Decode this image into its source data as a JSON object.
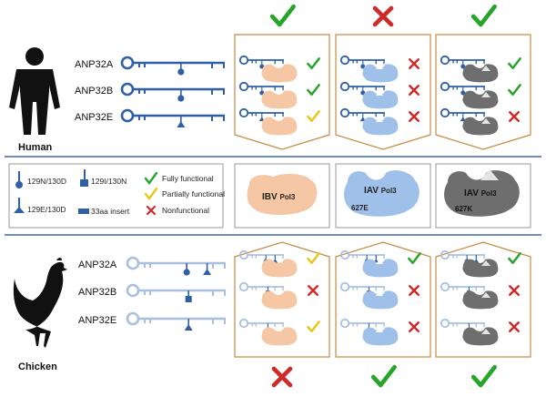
{
  "human": {
    "label": "Human",
    "proteins": [
      "ANP32A",
      "ANP32B",
      "ANP32E"
    ]
  },
  "chicken": {
    "label": "Chicken",
    "proteins": [
      "ANP32A",
      "ANP32B",
      "ANP32E"
    ]
  },
  "legend": {
    "variants": [
      "129N/130D",
      "129I/130N",
      "129E/130D",
      "33aa insert"
    ],
    "functional_status": [
      "Fully functional",
      "Partially functional",
      "Nonfunctional"
    ]
  },
  "polymerases": [
    {
      "name": "IBV",
      "sub": "Pol3",
      "extra": ""
    },
    {
      "name": "IAV",
      "sub": "Pol3",
      "extra": "627E"
    },
    {
      "name": "IAV",
      "sub": "Pol3",
      "extra": "627K"
    }
  ],
  "human_overall": [
    "check",
    "cross",
    "check"
  ],
  "human_results": [
    [
      "check",
      "cross",
      "check"
    ],
    [
      "check",
      "cross",
      "check"
    ],
    [
      "partial",
      "cross",
      "cross"
    ]
  ],
  "chicken_results": [
    [
      "partial",
      "check",
      "check"
    ],
    [
      "cross",
      "cross",
      "cross"
    ],
    [
      "partial",
      "cross",
      "cross"
    ]
  ],
  "chicken_overall": [
    "cross",
    "check",
    "check"
  ],
  "colors": {
    "human_protein": "#2f5fa5",
    "chicken_protein": "#a9bfe0",
    "ibv": "#f6c7a4",
    "iav_627e": "#9fc0e8",
    "iav_627k": "#6e6e6e",
    "panel_border": "#c98a43",
    "divider": "#3f67a8",
    "check": "#27a52a",
    "partial": "#e8c71c",
    "cross": "#cf2a27"
  }
}
